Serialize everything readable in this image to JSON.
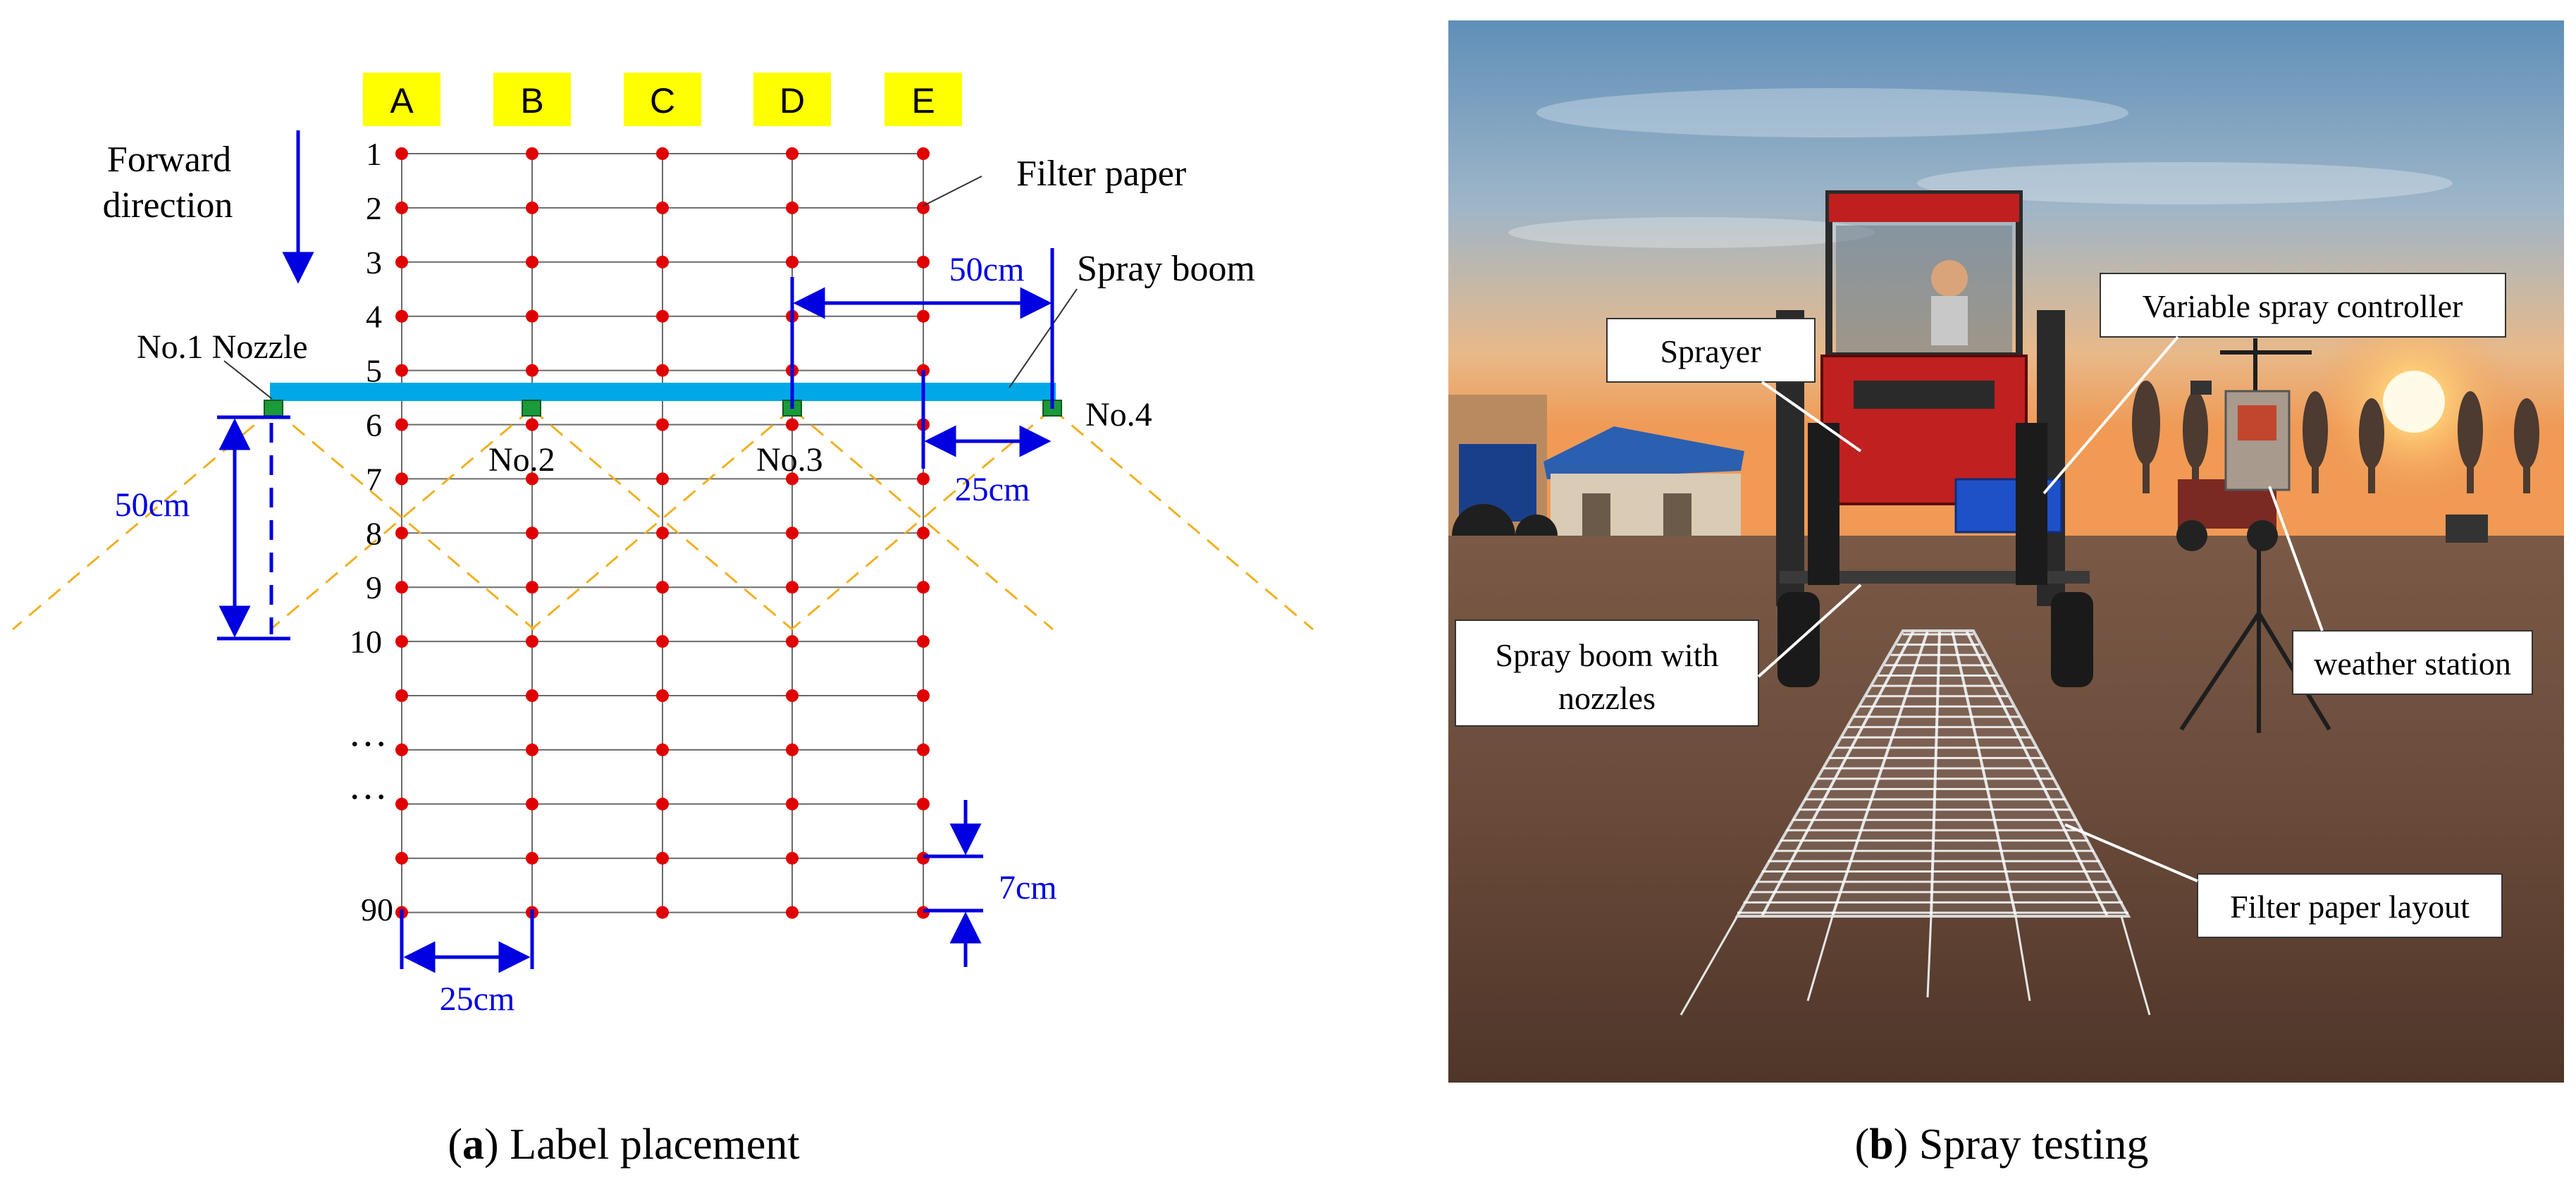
{
  "panel_a": {
    "caption_letter": "a",
    "caption_text": " Label placement",
    "columns": [
      "A",
      "B",
      "C",
      "D",
      "E"
    ],
    "row_labels": [
      "1",
      "2",
      "3",
      "4",
      "5",
      "6",
      "7",
      "8",
      "9",
      "10"
    ],
    "ellipsis": "…",
    "last_row_label": "90",
    "forward_line1": "Forward",
    "forward_line2": "direction",
    "filter_paper": "Filter paper",
    "spray_boom": "Spray boom",
    "nozzle1": "No.1 Nozzle",
    "nozzle2": "No.2",
    "nozzle3": "No.3",
    "nozzle4": "No.4",
    "dim_50cm_top": "50cm",
    "dim_25cm_top": "25cm",
    "dim_50cm_left": "50cm",
    "dim_25cm_bottom": "25cm",
    "dim_7cm": "7cm",
    "colors": {
      "column_badge": "#ffff00",
      "boom": "#00a8e8",
      "nozzle": "#1a9a3a",
      "dot": "#e00000",
      "dimension": "#0000e0",
      "spray_cone": "#f0b020"
    }
  },
  "panel_b": {
    "caption_letter": "b",
    "caption_text": " Spray testing",
    "labels": {
      "sprayer": "Sprayer",
      "controller": "Variable spray controller",
      "boom_line1": "Spray boom with",
      "boom_line2": "nozzles",
      "weather": "weather station",
      "layout": "Filter paper layout"
    }
  }
}
